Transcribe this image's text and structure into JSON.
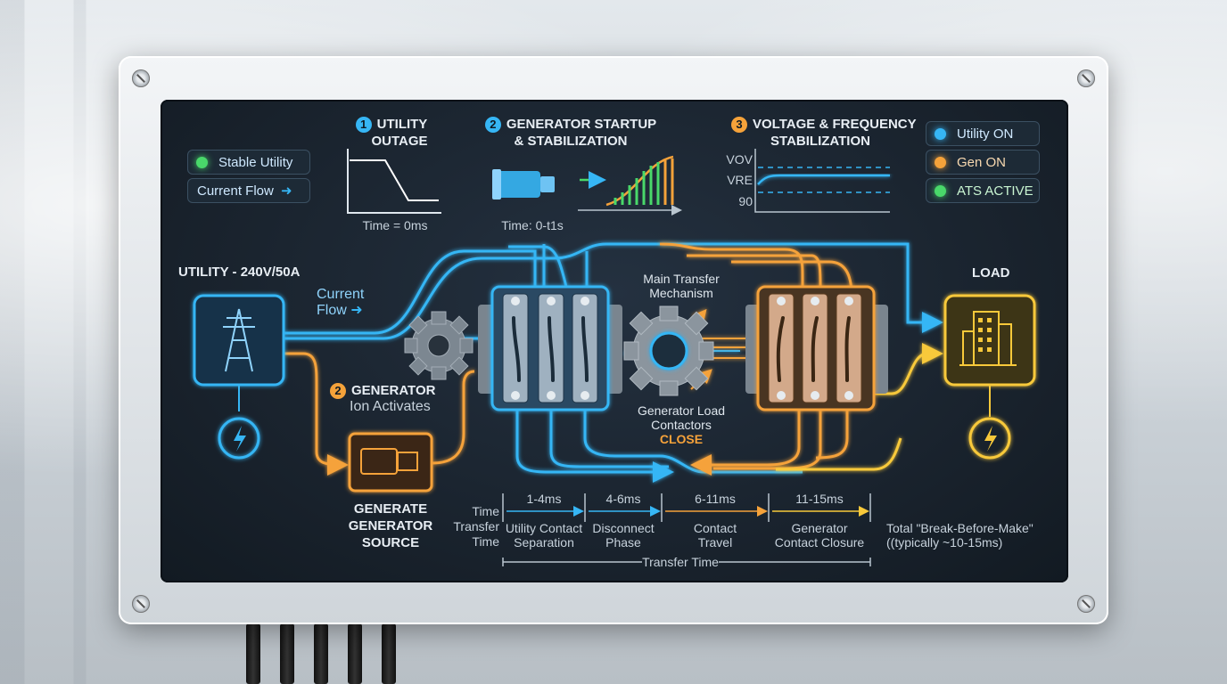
{
  "legend": {
    "stable_utility": "Stable Utility",
    "current_flow": "Current Flow"
  },
  "status": {
    "utility_on": "Utility ON",
    "gen_on": "Gen ON",
    "ats_active": "ATS ACTIVE"
  },
  "steps": [
    {
      "num": "1",
      "title_line1": "UTILITY",
      "title_line2": "OUTAGE",
      "time": "Time = 0ms"
    },
    {
      "num": "2",
      "title_line1": "GENERATOR STARTUP",
      "title_line2": "& STABILIZATION",
      "time": "Time: 0-t1s"
    },
    {
      "num": "3",
      "title_line1": "VOLTAGE & FREQUENCY",
      "title_line2": "STABILIZATION",
      "axis_labels": [
        "VOV",
        "VRE",
        "90"
      ]
    }
  ],
  "diagram": {
    "utility_label": "UTILITY - 240V/50A",
    "current_flow_line1": "Current",
    "current_flow_line2": "Flow",
    "generator_num": "2",
    "generator_label": "GENERATOR",
    "generator_sub": "Ion Activates",
    "source_line1": "GENERATE",
    "source_line2": "GENERATOR",
    "source_line3": "SOURCE",
    "mechanism_line1": "Main Transfer",
    "mechanism_line2": "Mechanism",
    "contactors_line1": "Generator Load",
    "contactors_line2": "Contactors",
    "contactors_line3": "CLOSE",
    "load_label": "LOAD"
  },
  "timeline": {
    "left_line1": "Time",
    "left_line2": "Transfer",
    "left_line3": "Time",
    "segments": [
      {
        "range": "1-4ms",
        "line1": "Utility Contact",
        "line2": "Separation"
      },
      {
        "range": "4-6ms",
        "line1": "Disconnect",
        "line2": "Phase"
      },
      {
        "range": "6-11ms",
        "line1": "Contact",
        "line2": "Travel"
      },
      {
        "range": "11-15ms",
        "line1": "Generator",
        "line2": "Contact Closure"
      }
    ],
    "total_line1": "Total \"Break-Before-Make\"",
    "total_line2": "((typically ~10-15ms)",
    "bottom_label": "Transfer Time"
  },
  "colors": {
    "utility_blue": "#36b6f5",
    "generator_orange": "#f5a23a",
    "load_yellow": "#f8c93a",
    "active_green": "#49d86a"
  }
}
